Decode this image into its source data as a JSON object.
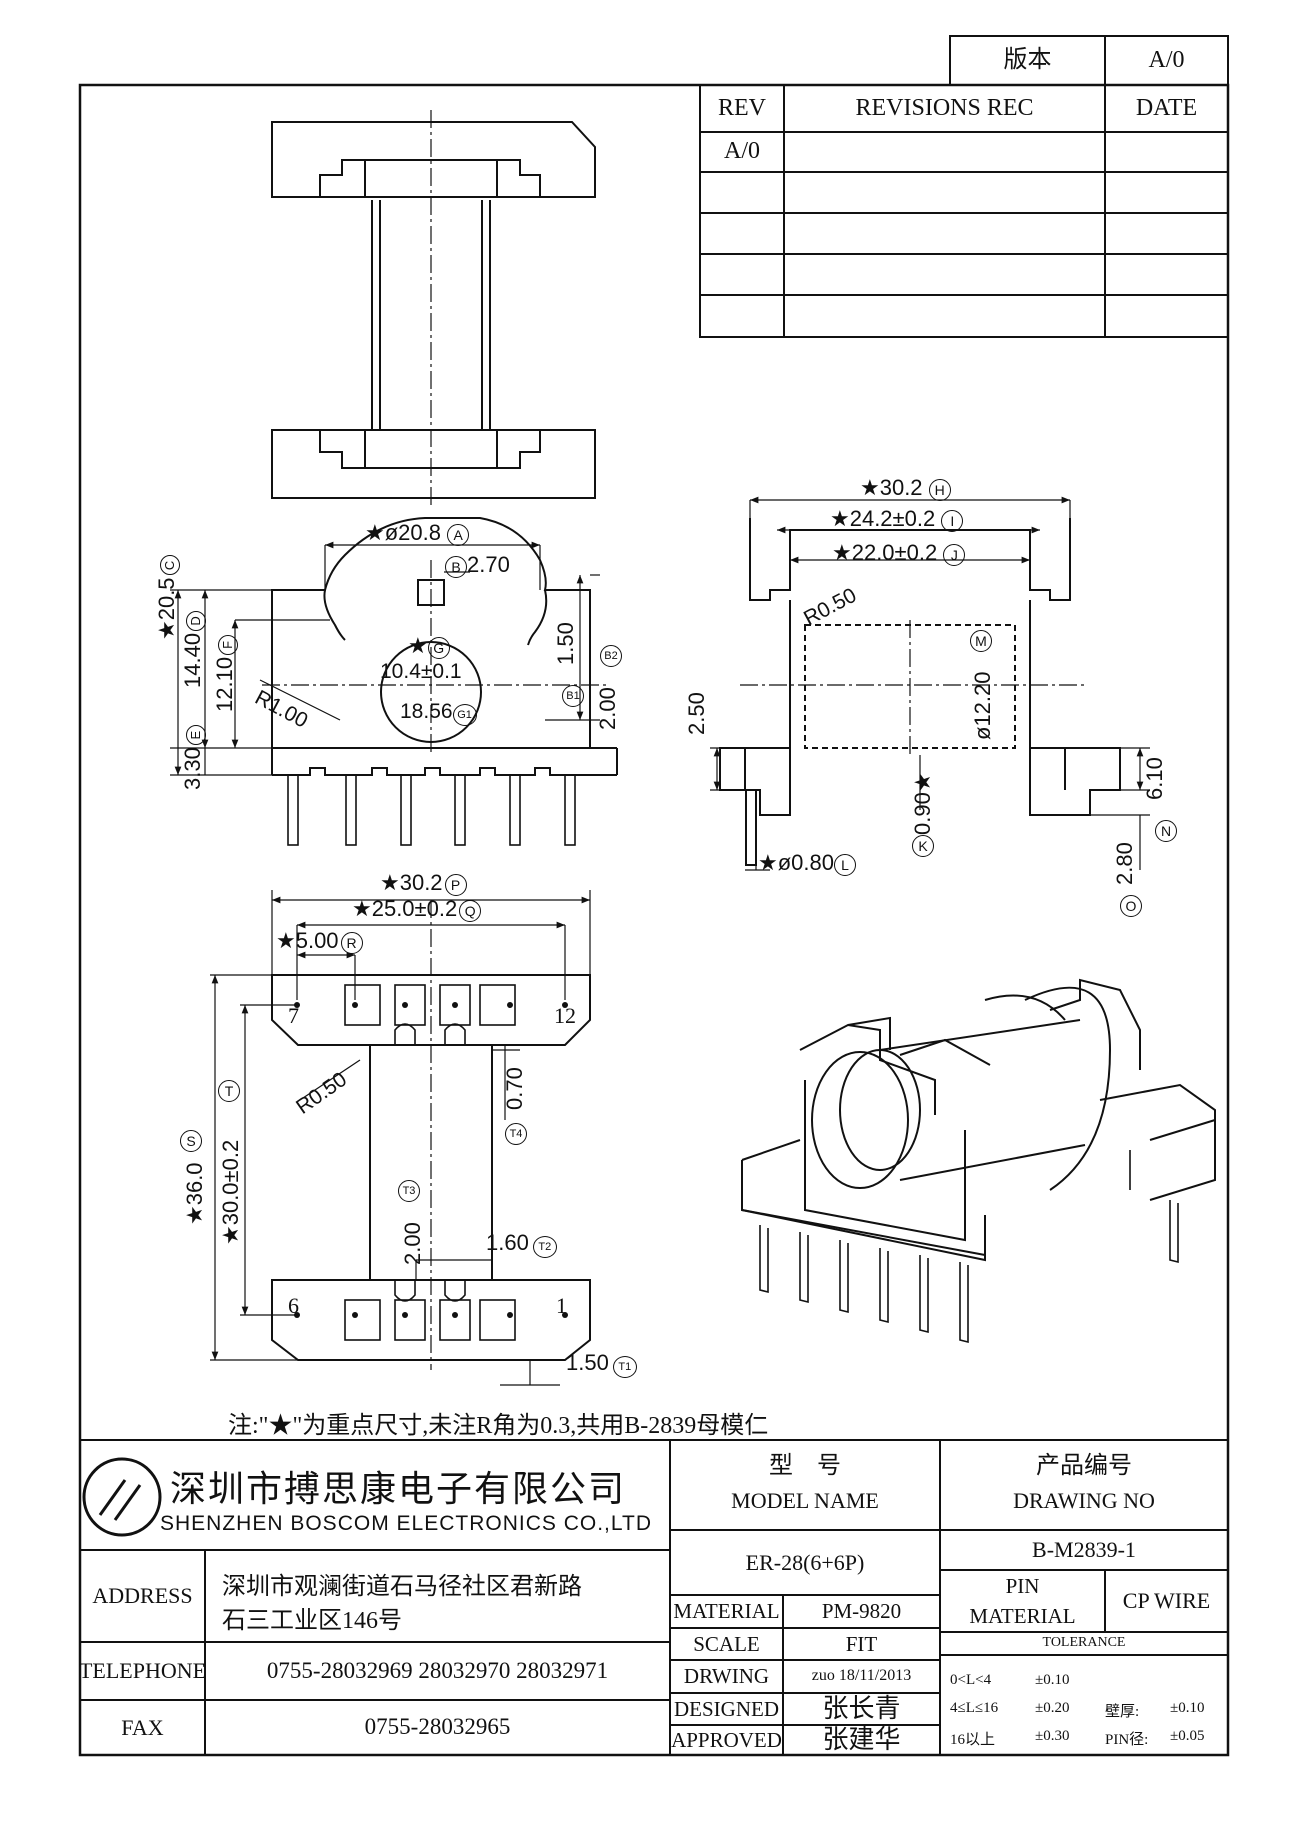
{
  "version": {
    "label": "版本",
    "value": "A/0"
  },
  "revisions": {
    "headers": [
      "REV",
      "REVISIONS REC",
      "DATE"
    ],
    "rows": [
      [
        "A/0",
        "",
        ""
      ],
      [
        "",
        "",
        ""
      ],
      [
        "",
        "",
        ""
      ],
      [
        "",
        "",
        ""
      ],
      [
        "",
        "",
        ""
      ]
    ]
  },
  "dims": {
    "A": "★ø20.8",
    "B": "2.70",
    "C": "★20.5",
    "D": "14.40",
    "E": "3.30",
    "F": "12.10",
    "R1": "R1.00",
    "G": "10.4±0.1",
    "G1": "18.56",
    "B1": "2.00",
    "B2": "1.50",
    "H": "★30.2",
    "I": "★24.2±0.2",
    "J": "★22.0±0.2",
    "R2": "R0.50",
    "d250": "2.50",
    "M": "ø12.20",
    "K": "0.90★",
    "L": "★ø0.80",
    "N": "6.10",
    "O": "2.80",
    "P": "★30.2",
    "Q": "★25.0±0.2",
    "R": "★5.00",
    "R3": "R0.50",
    "S": "★36.0",
    "T": "★30.0±0.2",
    "T4": "0.70",
    "T3": "2.00",
    "T2": "1.60",
    "T1": "1.50"
  },
  "markers": {
    "A": "A",
    "B": "B",
    "C": "C",
    "D": "D",
    "E": "E",
    "F": "F",
    "G": "G",
    "G1": "G1",
    "B1": "B1",
    "B2": "B2",
    "H": "H",
    "I": "I",
    "J": "J",
    "M": "M",
    "K": "K",
    "L": "L",
    "N": "N",
    "O": "O",
    "P": "P",
    "Q": "Q",
    "R": "R",
    "S": "S",
    "T": "T",
    "T1": "T1",
    "T2": "T2",
    "T3": "T3",
    "T4": "T4"
  },
  "pins": {
    "p7": "7",
    "p12": "12",
    "p6": "6",
    "p1": "1"
  },
  "note": "注:\"★\"为重点尺寸,未注R角为0.3,共用B-2839母模仁",
  "company": {
    "name_cn": "深圳市搏思康电子有限公司",
    "name_en": "SHENZHEN BOSCOM ELECTRONICS CO.,LTD"
  },
  "address": {
    "label": "ADDRESS",
    "line1": "深圳市观澜街道石马径社区君新路",
    "line2": "石三工业区146号"
  },
  "telephone": {
    "label": "TELEPHONE",
    "value": "0755-28032969 28032970 28032971"
  },
  "fax": {
    "label": "FAX",
    "value": "0755-28032965"
  },
  "model": {
    "label_cn": "型    号",
    "label_en": "MODEL NAME",
    "value": "ER-28(6+6P)"
  },
  "drawing_no": {
    "label_cn": "产品编号",
    "label_en": "DRAWING NO",
    "value": "B-M2839-1"
  },
  "material": {
    "label": "MATERIAL",
    "value": "PM-9820"
  },
  "scale": {
    "label": "SCALE",
    "value": "FIT"
  },
  "drwing": {
    "label": "DRWING",
    "value": "zuo 18/11/2013"
  },
  "designed": {
    "label": "DESIGNED",
    "value": "张长青"
  },
  "approved": {
    "label": "APPROVED",
    "value": "张建华"
  },
  "pin_material": {
    "label1": "PIN",
    "label2": "MATERIAL",
    "value": "CP WIRE"
  },
  "tolerance": {
    "title": "TOLERANCE",
    "r1": "0<L<4",
    "r1v": "±0.10",
    "r2": "4≤L≤16",
    "r2v": "±0.20",
    "r3": "16以上",
    "r3v": "±0.30",
    "wall_label": "壁厚:",
    "wall_value": "±0.10",
    "pin_label": "PIN径:",
    "pin_value": "±0.05"
  }
}
